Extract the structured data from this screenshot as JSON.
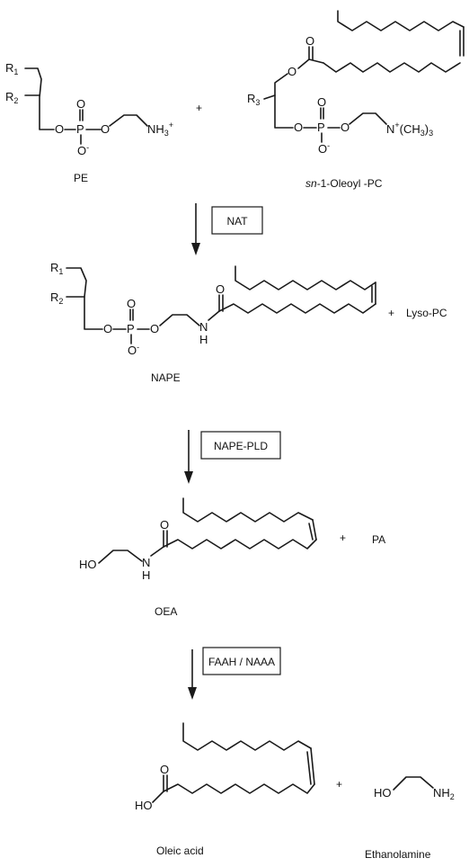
{
  "row1": {
    "pe_name": "PE",
    "pc_name_italic": "sn",
    "pc_name_rest": "-1-Oleoyl -PC",
    "plus": "+",
    "r1": "R",
    "r1_sub": "1",
    "r2": "R",
    "r2_sub": "2",
    "r3": "R",
    "r3_sub": "3",
    "o": "O",
    "p": "P",
    "o_minus": "O",
    "minus": "-",
    "nh3": "NH",
    "nh3_sub": "3",
    "nh3_sup": "+",
    "nplus": "N",
    "nplus_sup": "+",
    "nme3": "(CH",
    "nme3_sub": "3",
    "nme3_close": ")",
    "nme3_sub2": "3"
  },
  "enzyme1": "NAT",
  "row2": {
    "nape_name": "NAPE",
    "plus": "+",
    "lysopc": "Lyso-PC",
    "r1": "R",
    "r1_sub": "1",
    "r2": "R",
    "r2_sub": "2",
    "o": "O",
    "p": "P",
    "minus": "-",
    "n": "N",
    "h": "H"
  },
  "enzyme2": "NAPE-PLD",
  "row3": {
    "oea_name": "OEA",
    "plus": "+",
    "pa": "PA",
    "ho": "HO",
    "n": "N",
    "h": "H",
    "o": "O"
  },
  "enzyme3": "FAAH / NAAA",
  "row4": {
    "oleic_name": "Oleic acid",
    "ethanolamine_name": "Ethanolamine",
    "plus": "+",
    "ho": "HO",
    "o": "O",
    "nh2": "NH",
    "nh2_sub": "2"
  }
}
